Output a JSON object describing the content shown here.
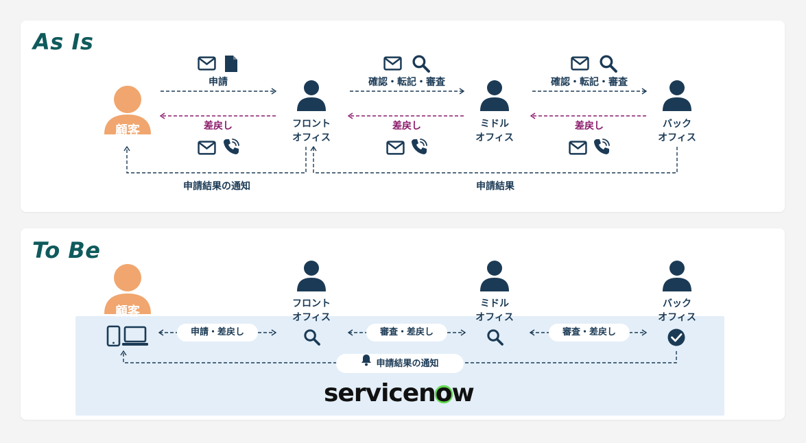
{
  "as_is": {
    "title": "As Is",
    "customer": "顧客",
    "front_office": [
      "フロント",
      "オフィス"
    ],
    "middle_office": [
      "ミドル",
      "オフィス"
    ],
    "back_office": [
      "バック",
      "オフィス"
    ],
    "arrow_apply": "申請",
    "arrow_check": "確認・転記・審査",
    "arrow_return": "差戻し",
    "result_notice": "申請結果の通知",
    "result": "申請結果"
  },
  "to_be": {
    "title": "To Be",
    "customer": "顧客",
    "front_office": [
      "フロント",
      "オフィス"
    ],
    "middle_office": [
      "ミドル",
      "オフィス"
    ],
    "back_office": [
      "バック",
      "オフィス"
    ],
    "pill_apply": "申請・差戻し",
    "pill_review_1": "審査・差戻し",
    "pill_review_2": "審査・差戻し",
    "pill_notice": "申請結果の通知",
    "logo_text": "servicenow"
  },
  "colors": {
    "navy": "#1b3a55",
    "pink": "#8a1a6a",
    "orange": "#f0a66e",
    "teal_title": "#0f5a5c",
    "servicenow_area": "#e3eef8"
  },
  "icons": [
    "person-icon",
    "envelope-icon",
    "document-icon",
    "search-icon",
    "phone-icon",
    "tablet-icon",
    "laptop-icon",
    "bell-icon",
    "check-circle-icon"
  ]
}
